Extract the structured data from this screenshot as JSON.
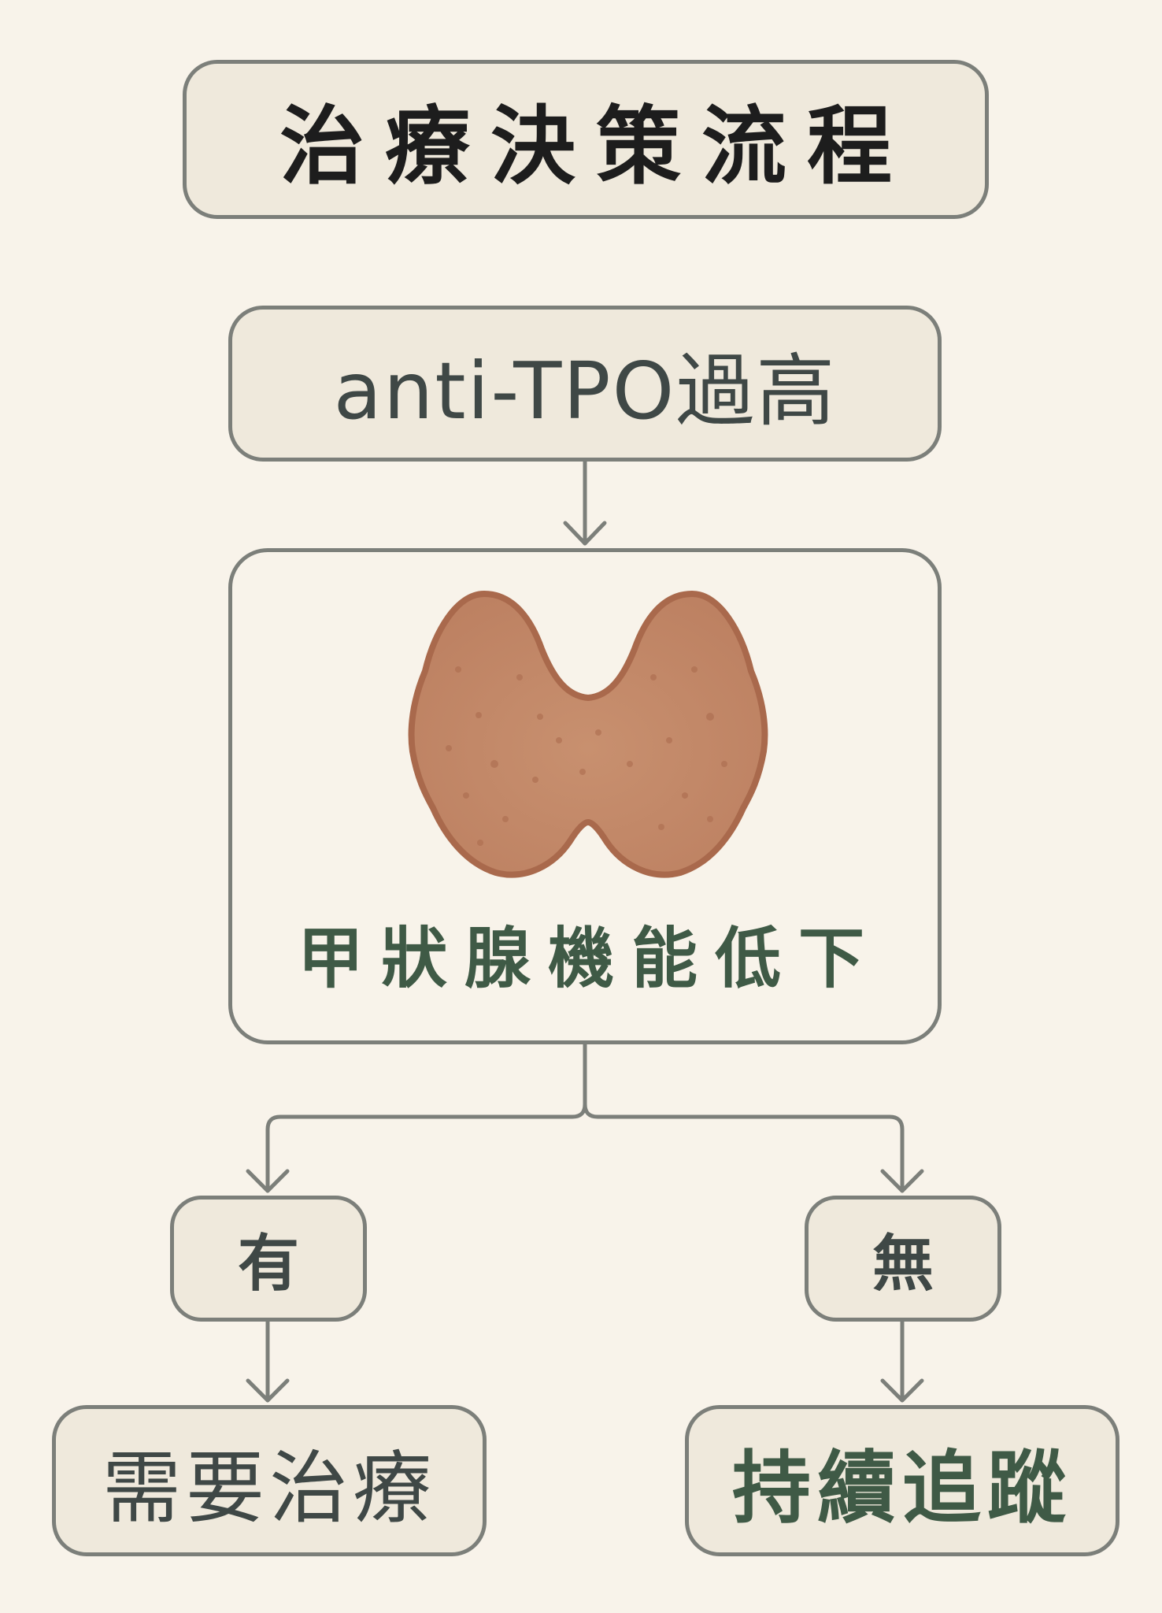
{
  "title": "治療決策流程",
  "trigger": "anti-TPO過高",
  "condition": {
    "label": "甲狀腺機能低下",
    "icon": "thyroid-gland-icon"
  },
  "branches": {
    "yes": {
      "label": "有",
      "outcome": "需要治療"
    },
    "no": {
      "label": "無",
      "outcome": "持續追蹤"
    }
  },
  "colors": {
    "background": "#f8f3ea",
    "box_fill": "#efe9dc",
    "border": "#7c7f7a",
    "title_text": "#1d1d1d",
    "text_gray": "#3f4846",
    "text_green": "#3f5a46",
    "thyroid_fill": "#c58c6b",
    "thyroid_outline": "#a9694c"
  }
}
